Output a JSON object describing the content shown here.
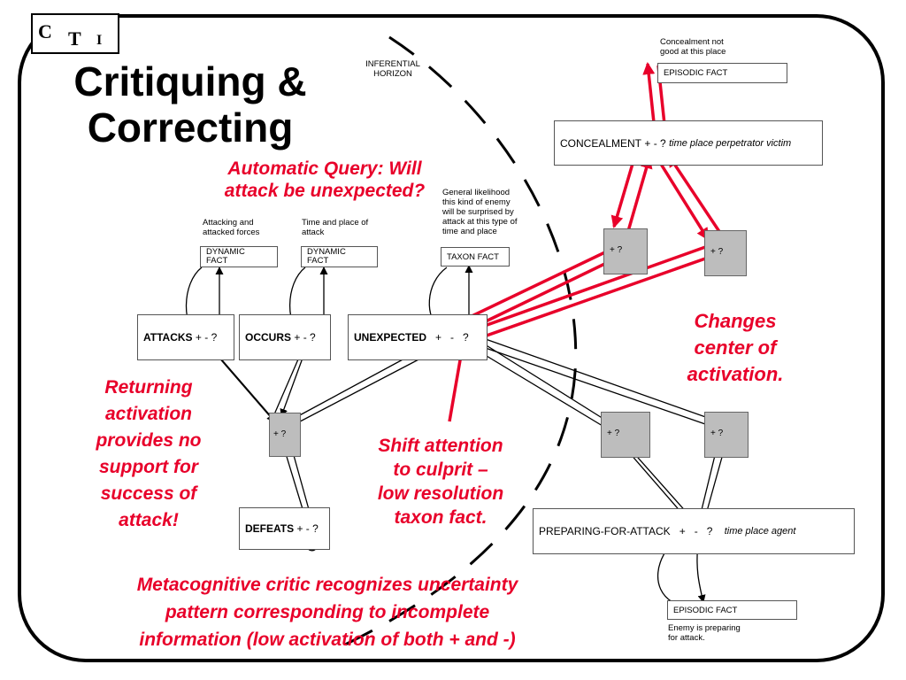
{
  "logo": {
    "c": "C",
    "t": "T",
    "i": "I"
  },
  "title": {
    "line1": "Critiquing &",
    "line2": "Correcting"
  },
  "horizon_label": {
    "line1": "INFERENTIAL",
    "line2": "HORIZON"
  },
  "nodes": {
    "concealment": {
      "label": "CONCEALMENT",
      "signs": "+ - ?",
      "args": "time place perpetrator  victim"
    },
    "attacks": {
      "label": "ATTACKS",
      "signs": "+ - ?"
    },
    "occurs": {
      "label": "OCCURS",
      "signs": "+ - ?"
    },
    "unexpected": {
      "label": "UNEXPECTED",
      "signs": "+   -   ?"
    },
    "defeats": {
      "label": "DEFEATS",
      "signs": "+ - ?"
    },
    "preparing": {
      "label": "PREPARING-FOR-ATTACK",
      "signs": "+   -   ?",
      "args": "time place agent"
    }
  },
  "facts": {
    "episodic_top": {
      "label": "EPISODIC FACT",
      "note1": "Concealment not",
      "note2": "good at this place"
    },
    "dynamic1": {
      "label1": "DYNAMIC",
      "label2": "FACT",
      "note1": "Attacking and",
      "note2": "attacked forces"
    },
    "dynamic2": {
      "label1": "DYNAMIC",
      "label2": "FACT",
      "note1": "Time and place of",
      "note2": "attack"
    },
    "taxon": {
      "label": "TAXON FACT",
      "note1": "General likelihood",
      "note2": "this kind of enemy",
      "note3": "will be surprised by",
      "note4": "attack at this type of",
      "note5": "time and place"
    },
    "episodic_bottom": {
      "label": "EPISODIC FACT",
      "note1": "Enemy is preparing",
      "note2": "for attack."
    }
  },
  "gray_boxes": {
    "sign": "+   ?",
    "sign_left": "+ ?"
  },
  "annotations": {
    "query": {
      "line1": "Automatic Query: Will",
      "line2": "attack be unexpected?"
    },
    "changes": {
      "line1": "Changes",
      "line2": "center of",
      "line3": "activation."
    },
    "returning": {
      "line1": "Returning",
      "line2": "activation",
      "line3": "provides no",
      "line4": "support for",
      "line5": "success of",
      "line6": "attack!"
    },
    "shift": {
      "line1": "Shift attention",
      "line2": "to culprit –",
      "line3": "low resolution",
      "line4": "taxon fact."
    },
    "metacognitive": {
      "line1": "Metacognitive critic recognizes uncertainty",
      "line2": "pattern corresponding to incomplete",
      "line3": "information (low activation of both + and -)"
    }
  },
  "colors": {
    "accent_red": "#e8002a",
    "gray_box": "#bdbdbd",
    "frame": "#000000"
  }
}
